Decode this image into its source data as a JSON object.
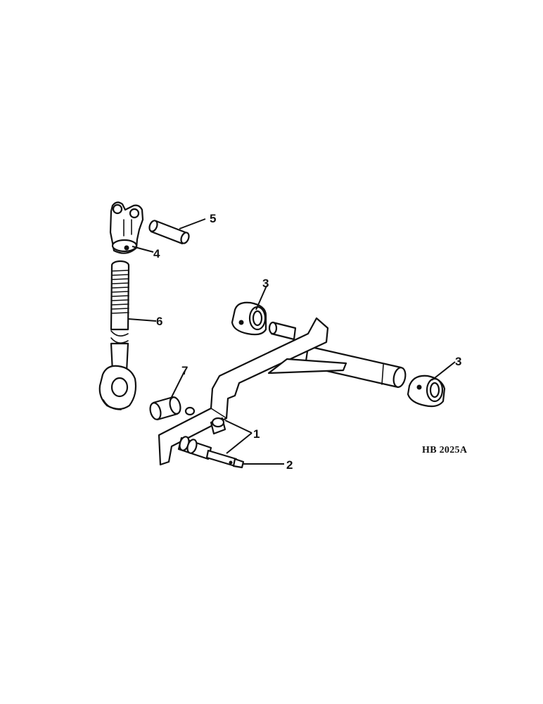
{
  "diagram": {
    "callouts": {
      "c1": "1",
      "c2": "2",
      "c3a": "3",
      "c3b": "3",
      "c4": "4",
      "c5": "5",
      "c6": "6",
      "c7": "7"
    },
    "figure_code": "HB 2025A"
  }
}
